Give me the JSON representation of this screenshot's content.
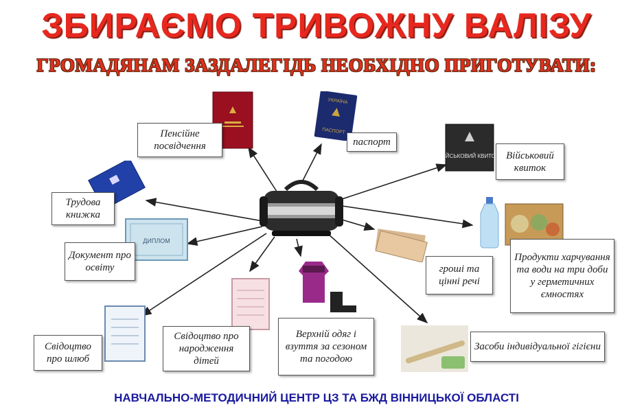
{
  "title": "ЗБИРАЄМО  ТРИВОЖНУ  ВАЛІЗУ",
  "subtitle": "ГРОМАДЯНАМ ЗАЗДАЛЕГІДЬ НЕОБХІДНО ПРИГОТУВАТИ:",
  "items": {
    "pension": "Пенсійне посвідчення",
    "passport": "паспорт",
    "military": "Військовий квиток",
    "workbook": "Трудова книжка",
    "education": "Документ про освіту",
    "food": "Продукти харчування та води на три доби у герметичних ємностях",
    "money": "гроші та цінні речі",
    "marriage": "Свідоцтво про шлюб",
    "birth": "Свідоцтво про народження дітей",
    "clothes": "Верхній одяг і взуття за сезоном та погодою",
    "hygiene": "Засоби індивідуальної гігієни"
  },
  "pictures": {
    "passport_cover_top": "УКРАЇНА",
    "passport_cover_bottom": "ПАСПОРТ",
    "military_cover": "ВІЙСЬКОВИЙ КВИТОК",
    "diploma_cover": "ДИПЛОМ"
  },
  "footer": "НАВЧАЛЬНО-МЕТОДИЧНИЙ ЦЕНТР ЦЗ ТА БЖД  ВІННИЦЬКОЇ ОБЛАСТІ"
}
